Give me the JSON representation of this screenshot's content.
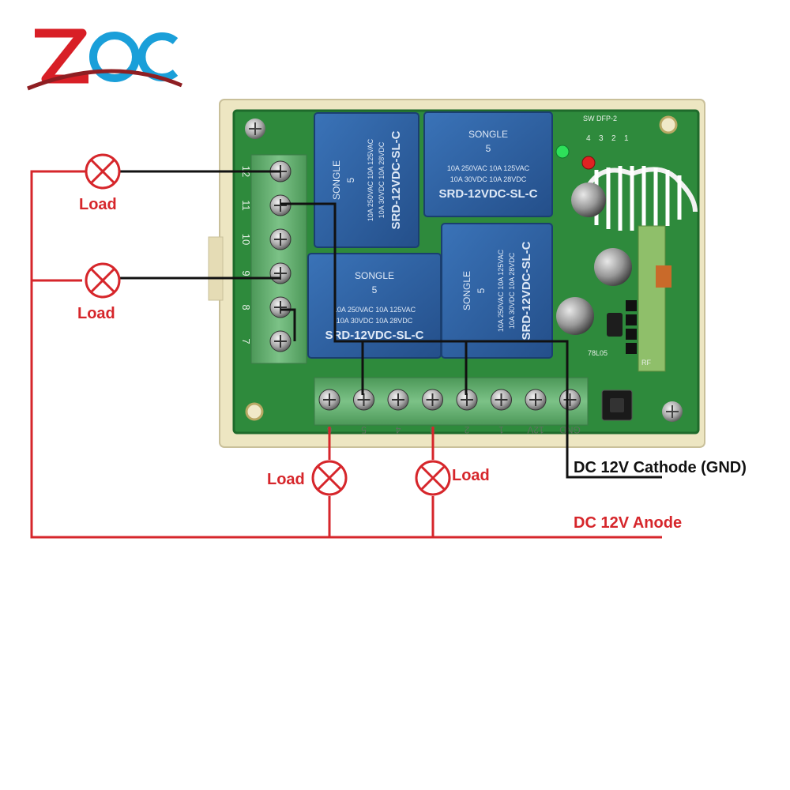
{
  "logo": {
    "text": "ZQC",
    "colors": {
      "red": "#d81f26",
      "blue": "#1a9fd9",
      "dark_red": "#8e1e22"
    }
  },
  "board": {
    "left_terminal_numbers": [
      "12",
      "11",
      "10",
      "9",
      "8",
      "7"
    ],
    "bottom_terminal_numbers": [
      "6",
      "5",
      "4",
      "3",
      "2",
      "1",
      "12V",
      "GND"
    ],
    "relays": [
      {
        "brand": "SONGLE",
        "model": "SRD-12VDC-SL-C",
        "rating1": "10A 250VAC  10A 125VAC",
        "rating2": "10A 30VDC  10A 28VDC",
        "coil": "5"
      },
      {
        "brand": "SONGLE",
        "model": "SRD-12VDC-SL-C",
        "rating1": "10A 250VAC  10A 125VAC",
        "rating2": "10A 30VDC  10A 28VDC",
        "coil": "5"
      },
      {
        "brand": "SONGLE",
        "model": "SRD-12VDC-SL-C",
        "rating1": "10A 250VAC  10A 125VAC",
        "rating2": "10A 30VDC  10A 28VDC",
        "coil": "5"
      },
      {
        "brand": "SONGLE",
        "model": "SRD-12VDC-SL-C",
        "rating1": "10A 250VAC  10A 125VAC",
        "rating2": "10A 30VDC  10A 28VDC",
        "coil": "5"
      }
    ],
    "dip_label": "SW DFP-2",
    "dip_numbers": [
      "4",
      "3",
      "2",
      "1"
    ],
    "regulator_label": "78L05",
    "rf_label": "RF"
  },
  "labels": {
    "load": "Load",
    "cathode": "DC 12V Cathode (GND)",
    "anode": "DC 12V Anode"
  },
  "colors": {
    "wire_red": "#d6262b",
    "wire_black": "#111111",
    "label_red": "#d6262b",
    "pcb": "#2e8a3c",
    "relay": "#2a5d9e",
    "terminal": "#5ea86a",
    "case": "#ede6c2"
  }
}
